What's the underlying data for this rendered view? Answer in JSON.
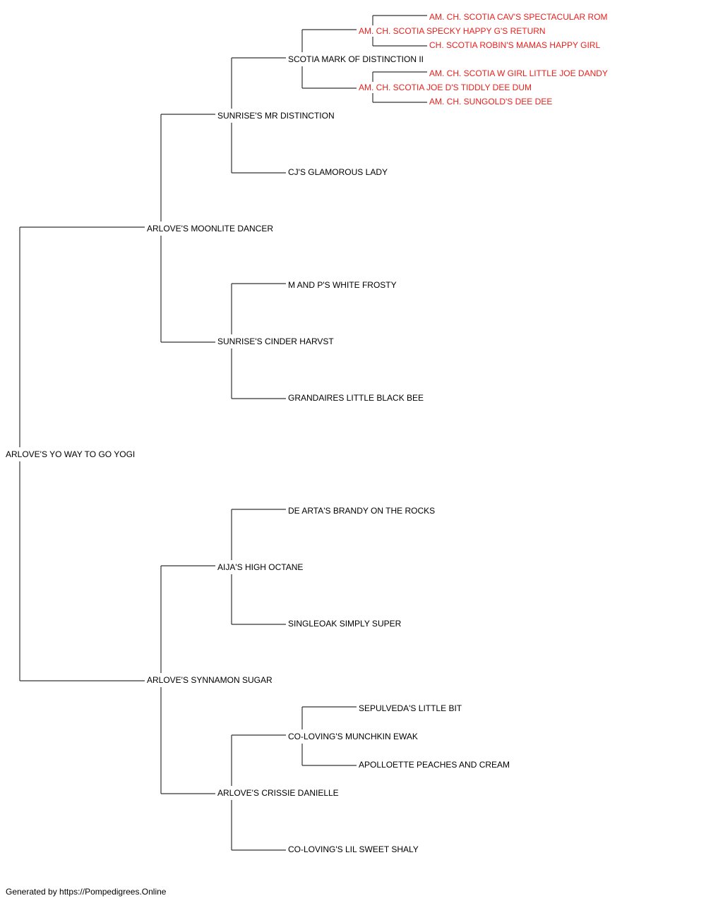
{
  "colors": {
    "line": "#333333",
    "text": "#000000",
    "highlight": "#e8211d"
  },
  "pedigree": {
    "subject": "ARLOVE'S YO WAY TO GO YOGI",
    "sire": "ARLOVE'S MOONLITE DANCER",
    "sire_sire": "SUNRISE'S MR DISTINCTION",
    "sire_sire_sire": "SCOTIA MARK OF DISTINCTION II",
    "sire_sire_sire_sire": "AM. CH. SCOTIA SPECKY HAPPY G'S RETURN",
    "sire_sire_sire_sire_sire": "AM. CH. SCOTIA CAV'S SPECTACULAR ROM",
    "sire_sire_sire_sire_dam": "CH. SCOTIA ROBIN'S MAMAS HAPPY GIRL",
    "sire_sire_sire_dam": "AM. CH. SCOTIA JOE D'S TIDDLY DEE DUM",
    "sire_sire_sire_dam_sire": "AM. CH. SCOTIA W GIRL LITTLE JOE DANDY",
    "sire_sire_sire_dam_dam": "AM. CH. SUNGOLD'S DEE DEE",
    "sire_sire_dam": "CJ'S GLAMOROUS LADY",
    "sire_dam": "SUNRISE'S CINDER HARVST",
    "sire_dam_sire": "M AND P'S WHITE FROSTY",
    "sire_dam_dam": "GRANDAIRES LITTLE BLACK BEE",
    "dam": "ARLOVE'S SYNNAMON SUGAR",
    "dam_sire": "AIJA'S HIGH OCTANE",
    "dam_sire_sire": "DE ARTA'S BRANDY ON THE ROCKS",
    "dam_sire_dam": "SINGLEOAK SIMPLY SUPER",
    "dam_dam": "ARLOVE'S CRISSIE DANIELLE",
    "dam_dam_sire": "CO-LOVING'S MUNCHKIN EWAK",
    "dam_dam_sire_sire": "SEPULVEDA'S LITTLE BIT",
    "dam_dam_sire_dam": "APOLLOETTE PEACHES AND CREAM",
    "dam_dam_dam": "CO-LOVING'S LIL SWEET SHALY"
  },
  "footer": "Generated by https://Pompedigrees.Online"
}
